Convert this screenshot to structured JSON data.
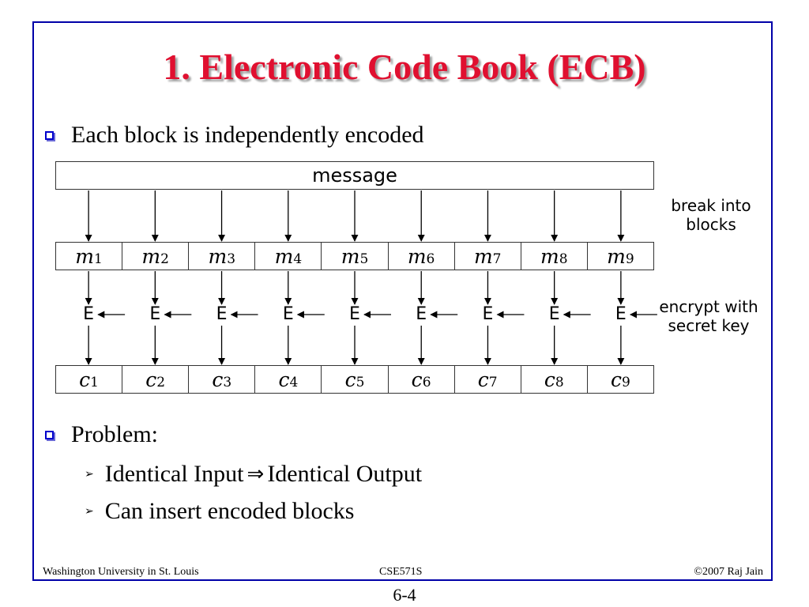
{
  "slide": {
    "title": "1. Electronic Code Book (ECB)",
    "bullet1": "Each block is independently encoded",
    "bullet2": "Problem:",
    "sub1_left": "Identical Input",
    "sub1_symbol": "⇒",
    "sub1_right": "Identical Output",
    "sub2": "Can insert encoded blocks"
  },
  "diagram": {
    "message_label": "message",
    "break_label_1": "break into",
    "break_label_2": "blocks",
    "encrypt_label_1": "encrypt with",
    "encrypt_label_2": "secret key",
    "encrypt_symbol": "E",
    "plain_blocks": [
      {
        "v": "m",
        "s": "1"
      },
      {
        "v": "m",
        "s": "2"
      },
      {
        "v": "m",
        "s": "3"
      },
      {
        "v": "m",
        "s": "4"
      },
      {
        "v": "m",
        "s": "5"
      },
      {
        "v": "m",
        "s": "6"
      },
      {
        "v": "m",
        "s": "7"
      },
      {
        "v": "m",
        "s": "8"
      },
      {
        "v": "m",
        "s": "9"
      }
    ],
    "cipher_blocks": [
      {
        "v": "c",
        "s": "1"
      },
      {
        "v": "c",
        "s": "2"
      },
      {
        "v": "c",
        "s": "3"
      },
      {
        "v": "c",
        "s": "4"
      },
      {
        "v": "c",
        "s": "5"
      },
      {
        "v": "c",
        "s": "6"
      },
      {
        "v": "c",
        "s": "7"
      },
      {
        "v": "c",
        "s": "8"
      },
      {
        "v": "c",
        "s": "9"
      }
    ]
  },
  "footer": {
    "left": "Washington University in St. Louis",
    "center": "CSE571S",
    "right": "©2007 Raj Jain",
    "page": "6-4"
  }
}
